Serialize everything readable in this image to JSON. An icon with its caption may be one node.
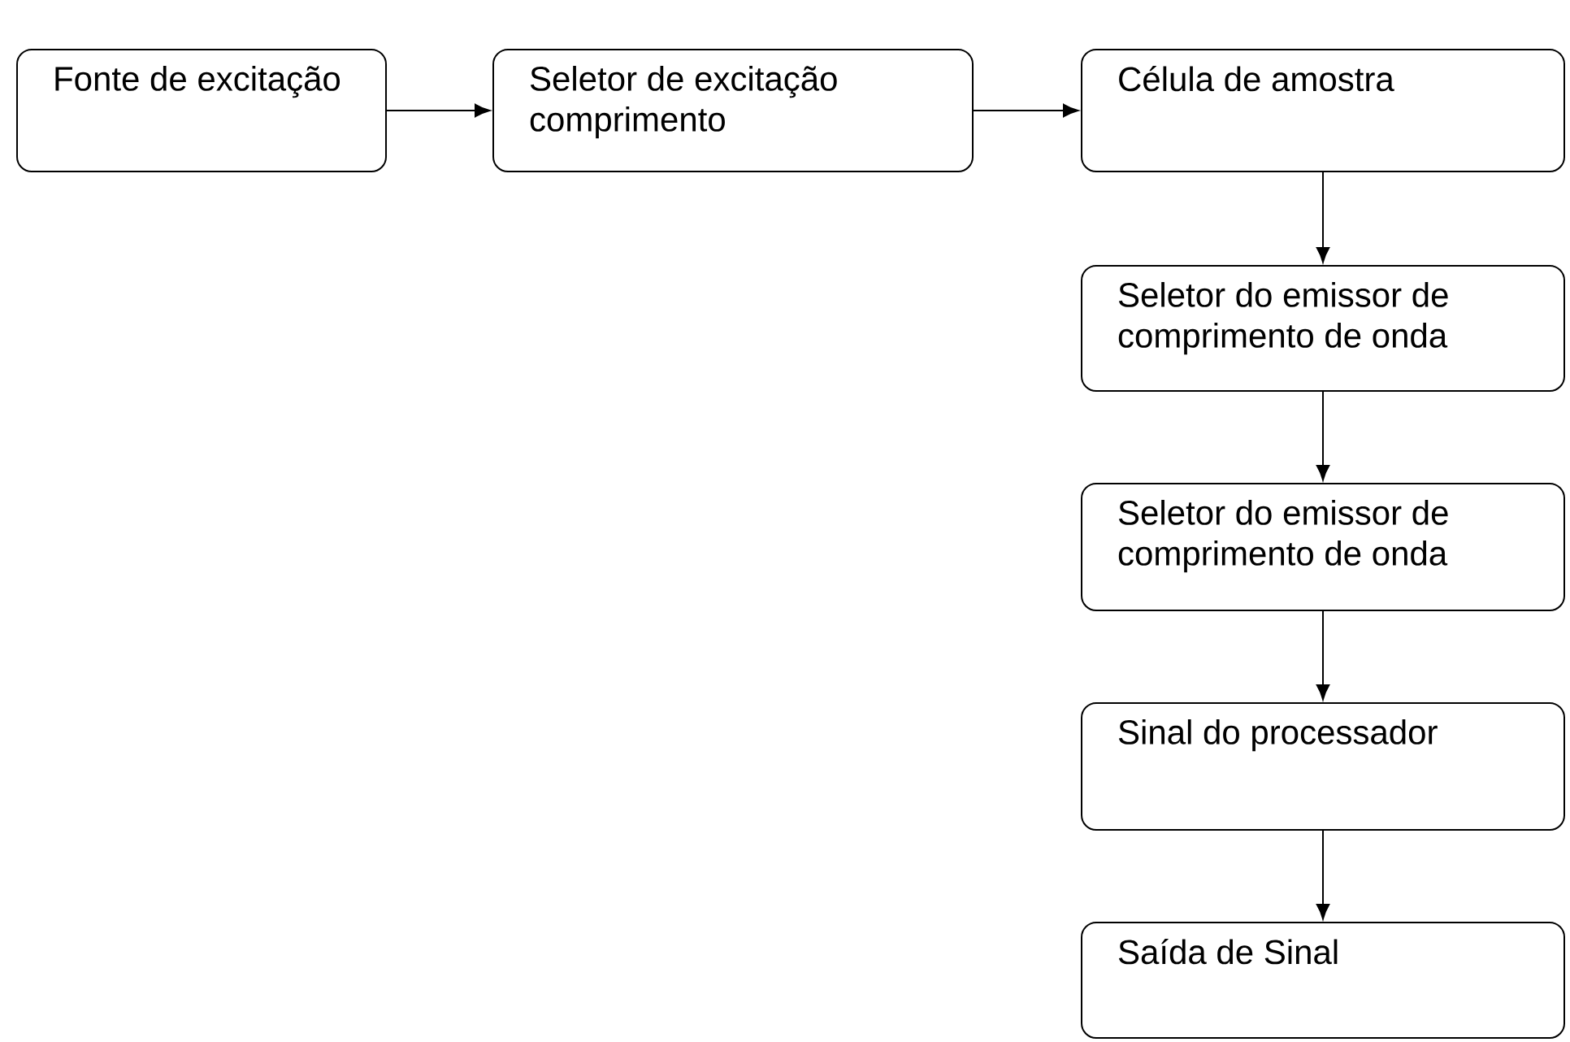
{
  "diagram": {
    "nodes": [
      {
        "text": [
          "Fonte de excitação"
        ]
      },
      {
        "text": [
          "Seletor de excitação comprimento"
        ]
      },
      {
        "text": [
          "Célula de amostra"
        ]
      },
      {
        "text": [
          "Seletor do emissor de comprimento de onda"
        ]
      },
      {
        "text": [
          "Seletor do emissor de comprimento de onda"
        ]
      },
      {
        "text": [
          "Sinal do processador"
        ]
      },
      {
        "text": [
          "Saída de Sinal"
        ]
      }
    ],
    "edges": [
      {
        "from": 0,
        "to": 1,
        "arrow": "to"
      },
      {
        "from": 1,
        "to": 2,
        "arrow": "to"
      },
      {
        "from": 2,
        "to": 3,
        "arrow": "to"
      },
      {
        "from": 3,
        "to": 4,
        "arrow": "to"
      },
      {
        "from": 4,
        "to": 5,
        "arrow": "to"
      },
      {
        "from": 5,
        "to": 6,
        "arrow": "to"
      }
    ]
  }
}
